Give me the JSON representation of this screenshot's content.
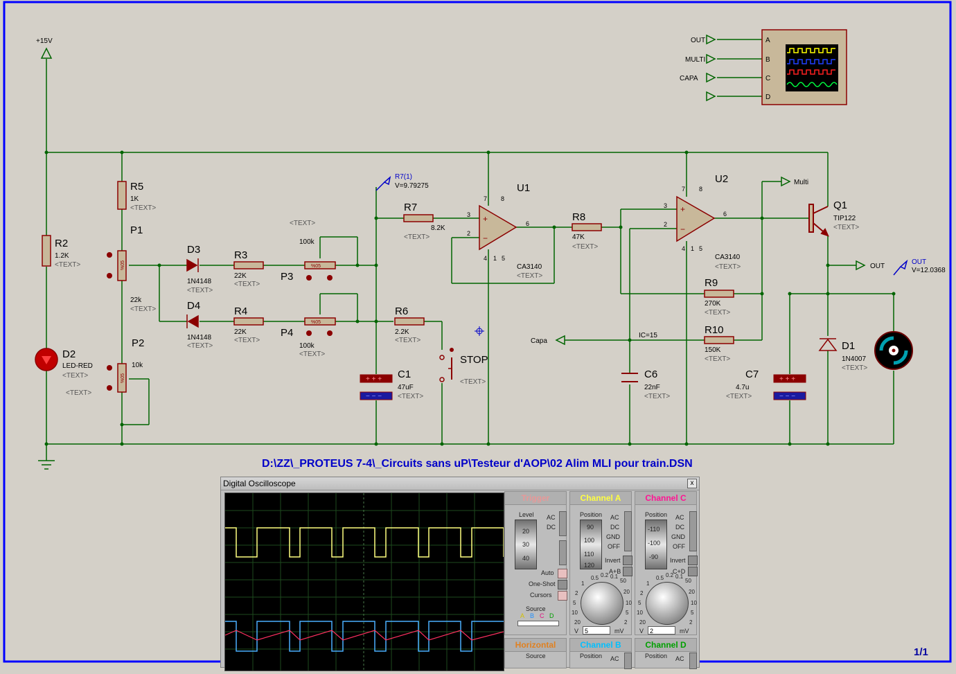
{
  "schematic": {
    "file_path": "D:\\ZZ\\_PROTEUS 7-4\\_Circuits sans uP\\Testeur d'AOP\\02 Alim MLI pour train.DSN",
    "sheet": "1/1",
    "supply": "+15V",
    "components": {
      "R2": {
        "ref": "R2",
        "value": "1.2K",
        "text": "<TEXT>"
      },
      "D2": {
        "ref": "D2",
        "value": "LED-RED",
        "text": "<TEXT>",
        "text2": "<TEXT>"
      },
      "R5": {
        "ref": "R5",
        "value": "1K",
        "text": "<TEXT>"
      },
      "P1": {
        "ref": "P1",
        "value": "22k",
        "text": "<TEXT>"
      },
      "P2": {
        "ref": "P2",
        "value": "10k"
      },
      "D3": {
        "ref": "D3",
        "value": "1N4148",
        "text": "<TEXT>"
      },
      "D4": {
        "ref": "D4",
        "value": "1N4148",
        "text": "<TEXT>"
      },
      "R3": {
        "ref": "R3",
        "value": "22K",
        "text": "<TEXT>"
      },
      "R4": {
        "ref": "R4",
        "value": "22K",
        "text": "<TEXT>"
      },
      "P3": {
        "ref": "P3",
        "value": "100k",
        "text": "<TEXT>"
      },
      "P4": {
        "ref": "P4",
        "value": "100k",
        "text": "<TEXT>"
      },
      "R7": {
        "ref": "R7",
        "value": "8.2K",
        "text": "<TEXT>"
      },
      "R6": {
        "ref": "R6",
        "value": "2.2K",
        "text": "<TEXT>"
      },
      "C1": {
        "ref": "C1",
        "value": "47uF",
        "text": "<TEXT>"
      },
      "STOP": {
        "ref": "STOP",
        "text": "<TEXT>"
      },
      "U1": {
        "ref": "U1",
        "value": "CA3140",
        "text": "<TEXT>"
      },
      "R8": {
        "ref": "R8",
        "value": "47K",
        "text": "<TEXT>"
      },
      "U2": {
        "ref": "U2",
        "value": "CA3140",
        "text": "<TEXT>"
      },
      "R9": {
        "ref": "R9",
        "value": "270K",
        "text": "<TEXT>"
      },
      "R10": {
        "ref": "R10",
        "value": "150K",
        "text": "<TEXT>"
      },
      "C6": {
        "ref": "C6",
        "value": "22nF",
        "text": "<TEXT>"
      },
      "C7": {
        "ref": "C7",
        "value": "4.7u",
        "text": "<TEXT>"
      },
      "Q1": {
        "ref": "Q1",
        "value": "TIP122",
        "text": "<TEXT>"
      },
      "D1": {
        "ref": "D1",
        "value": "1N4007",
        "text": "<TEXT>"
      }
    },
    "pin_numbers": {
      "u1_in_plus": "3",
      "u1_in_minus": "2",
      "u1_out": "6",
      "u1_vplus": "7",
      "u1_pin8": "8",
      "u1_vminus": "4",
      "u1_pin1": "1",
      "u1_pin5": "5",
      "u2_in_plus": "3",
      "u2_in_minus": "2",
      "u2_out": "6",
      "u2_vplus": "7",
      "u2_pin8": "8",
      "u2_vminus": "4",
      "u2_pin1": "1",
      "u2_pin5": "5"
    },
    "probes": {
      "r7": {
        "label": "R7(1)",
        "value": "V=9.79275"
      },
      "out": {
        "label": "OUT",
        "value": "V=12.0368"
      }
    },
    "terminals": {
      "multi": "Multi",
      "out": "OUT",
      "capa": "Capa"
    },
    "ic_label": "IC=15",
    "floating_text": "<TEXT>",
    "scope_symbol": {
      "inputs": [
        {
          "name": "OUT",
          "channel": "A"
        },
        {
          "name": "MULTI",
          "channel": "B"
        },
        {
          "name": "CAPA",
          "channel": "C"
        },
        {
          "name": "",
          "channel": "D"
        }
      ]
    },
    "colors": {
      "background": "#d4d0c8",
      "wire": "#006400",
      "component": "#8b0000",
      "body": "#c8b89a",
      "text": "#000000",
      "probe": "#0000c8",
      "border": "#0000ff"
    }
  },
  "oscilloscope": {
    "title": "Digital Oscilloscope",
    "close": "x",
    "trigger": {
      "title": "Trigger",
      "level_label": "Level",
      "level_ticks": [
        "20",
        "30",
        "40"
      ],
      "coupling": [
        "AC",
        "DC"
      ],
      "mode_buttons": [
        "Auto",
        "One-Shot",
        "Cursors"
      ],
      "source_label": "Source",
      "source_channels": [
        "A",
        "B",
        "C",
        "D"
      ]
    },
    "channel_a": {
      "title": "Channel A",
      "position_label": "Position",
      "position_ticks": [
        "90",
        "100",
        "110",
        "120"
      ],
      "coupling": [
        "AC",
        "DC",
        "GND",
        "OFF"
      ],
      "invert": "Invert",
      "math": "A+B",
      "dial_ticks": [
        "0.5",
        "0.2",
        "0.1",
        "1",
        "50",
        "2",
        "20",
        "5",
        "10",
        "10",
        "5",
        "20",
        "2"
      ],
      "volts_label": "V",
      "millivolts_label": "mV",
      "scale_value": "5",
      "color": "#ffff00"
    },
    "channel_c": {
      "title": "Channel C",
      "position_label": "Position",
      "position_ticks": [
        "-110",
        "-100",
        "-90"
      ],
      "coupling": [
        "AC",
        "DC",
        "GND",
        "OFF"
      ],
      "invert": "Invert",
      "math": "C+D",
      "dial_ticks": [
        "0.5",
        "0.2",
        "0.1",
        "1",
        "50",
        "2",
        "20",
        "5",
        "10",
        "10",
        "5",
        "20",
        "2"
      ],
      "volts_label": "V",
      "millivolts_label": "mV",
      "scale_value": "2",
      "color": "#ff1493"
    },
    "horizontal": {
      "title": "Horizontal",
      "source_label": "Source"
    },
    "channel_b": {
      "title": "Channel B",
      "position_label": "Position",
      "coupling_first": "AC",
      "color": "#00bfff"
    },
    "channel_d": {
      "title": "Channel D",
      "position_label": "Position",
      "coupling_first": "AC",
      "color": "#00c000"
    }
  }
}
